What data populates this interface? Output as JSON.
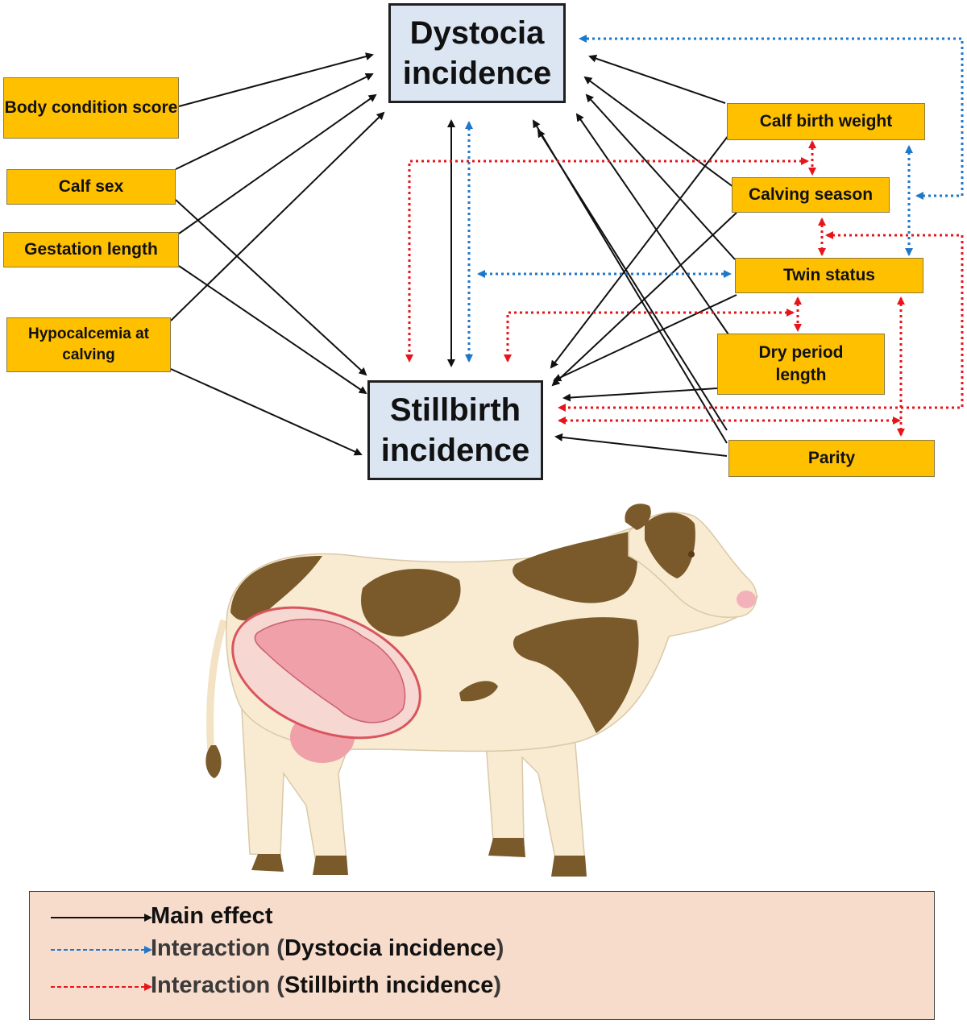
{
  "outcomes": {
    "dystocia": "Dystocia incidence",
    "stillbirth": "Stillbirth incidence"
  },
  "factors_left": {
    "body_condition": "Body condition score",
    "calf_sex": "Calf sex",
    "gestation_length": "Gestation length",
    "hypocalcemia": "Hypocalcemia at calving"
  },
  "factors_right": {
    "calf_birth_weight": "Calf birth weight",
    "calving_season": "Calving season",
    "twin_status": "Twin status",
    "dry_period": "Dry period length",
    "parity": "Parity"
  },
  "legend": {
    "main_effect": "Main effect",
    "interaction_prefix_1": "Interaction (",
    "interaction_dystocia": "Dystocia incidence",
    "interaction_suffix_1": ")",
    "interaction_prefix_2": "Interaction (",
    "interaction_stillbirth": "Stillbirth incidence",
    "interaction_suffix_2": ")"
  },
  "colors": {
    "factor_fill": "#FFC000",
    "outcome_fill": "#DCE6F2",
    "main_effect": "#111111",
    "dystocia_interaction": "#1F77C9",
    "stillbirth_interaction": "#E8141B",
    "legend_bg": "#F7DCCC",
    "cow_body": "#F8EBD2",
    "cow_spots": "#7A5A2A",
    "calf": "#F0A0A8"
  },
  "illustration": "cow-with-calf-in-uterus"
}
